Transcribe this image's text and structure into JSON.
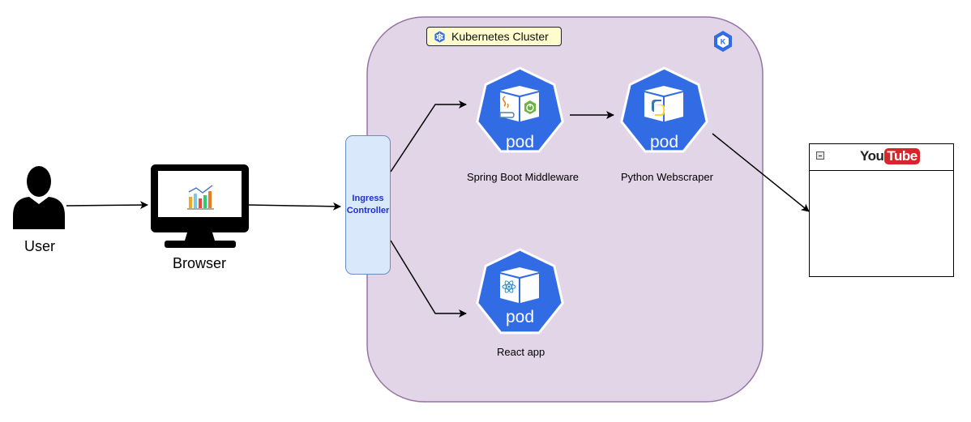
{
  "nodes": {
    "user": {
      "label": "User"
    },
    "browser": {
      "label": "Browser"
    },
    "ingress": {
      "line1": "Ingress",
      "line2": "Controller"
    },
    "cluster": {
      "title": "Kubernetes Cluster"
    },
    "spring_pod": {
      "text": "pod",
      "label": "Spring Boot Middleware"
    },
    "python_pod": {
      "text": "pod",
      "label": "Python Webscraper"
    },
    "react_pod": {
      "text": "pod",
      "label": "React app"
    },
    "youtube": {
      "logo_you": "You",
      "logo_tube": "Tube"
    }
  },
  "colors": {
    "cluster_fill": "#e1d5e7",
    "cluster_border": "#9673a6",
    "pod_blue": "#326ce5",
    "ingress_fill": "#dae8fc",
    "ingress_border": "#6c8ebf",
    "ingress_text": "#1f2fd0",
    "title_fill": "#fffbcc",
    "youtube_red": "#d9252a"
  },
  "icons": {
    "user": "person-icon",
    "browser": "monitor-icon",
    "cluster_badge": "kubernetes-icon",
    "spring_pod": [
      "java-icon",
      "spring-boot-icon"
    ],
    "python_pod": [
      "python-icon"
    ],
    "react_pod": [
      "react-icon"
    ],
    "youtube_files": [
      "code-file-icon",
      "code-file-icon",
      "code-file-icon"
    ]
  }
}
